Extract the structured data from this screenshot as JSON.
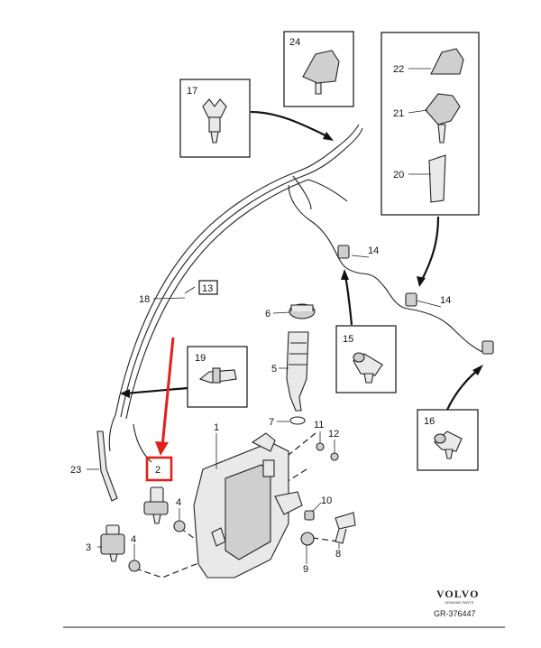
{
  "parts": {
    "p1": "1",
    "p2": "2",
    "p3": "3",
    "p4a": "4",
    "p4b": "4",
    "p5": "5",
    "p6": "6",
    "p7": "7",
    "p8": "8",
    "p9": "9",
    "p10": "10",
    "p11": "11",
    "p12": "12",
    "p13": "13",
    "p14a": "14",
    "p14b": "14",
    "p15": "15",
    "p16": "16",
    "p17": "17",
    "p18": "18",
    "p19": "19",
    "p20": "20",
    "p21": "21",
    "p22": "22",
    "p23": "23",
    "p24": "24"
  },
  "logo": {
    "brand": "VOLVO",
    "sub": "GENUINE PARTS"
  },
  "reference": "GR-376447",
  "highlight_color": "#e0211b"
}
